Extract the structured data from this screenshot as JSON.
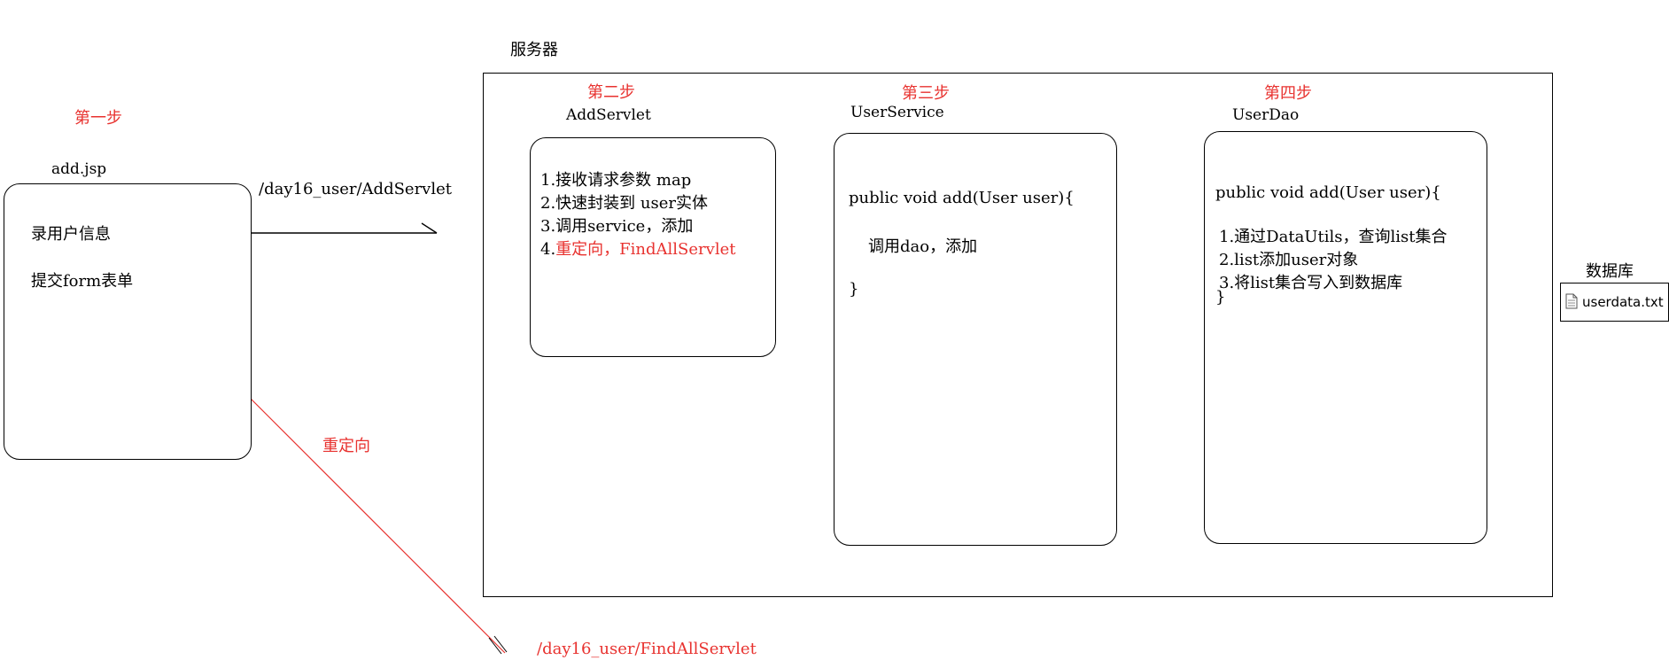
{
  "server": {
    "title": "服务器"
  },
  "client": {
    "step_label": "第一步",
    "page_name": "add.jsp",
    "lines": [
      "录用户信息",
      "提交form表单"
    ]
  },
  "arrows": {
    "request_url": "/day16_user/AddServlet",
    "redirect_label": "重定向",
    "redirect_url": "/day16_user/FindAllServlet"
  },
  "servlet": {
    "step_label": "第二步",
    "name": "AddServlet",
    "lines": [
      "1.接收请求参数 map",
      "2.快速封装到 user实体",
      "3.调用service，添加"
    ],
    "line4_prefix": "4.",
    "line4_text": "重定向，FindAllServlet"
  },
  "service": {
    "step_label": "第三步",
    "name": "UserService",
    "signature": "public void add(User user){",
    "body": "调用dao，添加",
    "close": "}"
  },
  "dao": {
    "step_label": "第四步",
    "name": "UserDao",
    "signature": "public void add(User user){",
    "lines": [
      "1.通过DataUtils，查询list集合",
      "2.list添加user对象",
      "3.将list集合写入到数据库"
    ],
    "close": "}"
  },
  "database": {
    "label": "数据库",
    "file_icon": "document-icon",
    "file_name": "userdata.txt"
  }
}
